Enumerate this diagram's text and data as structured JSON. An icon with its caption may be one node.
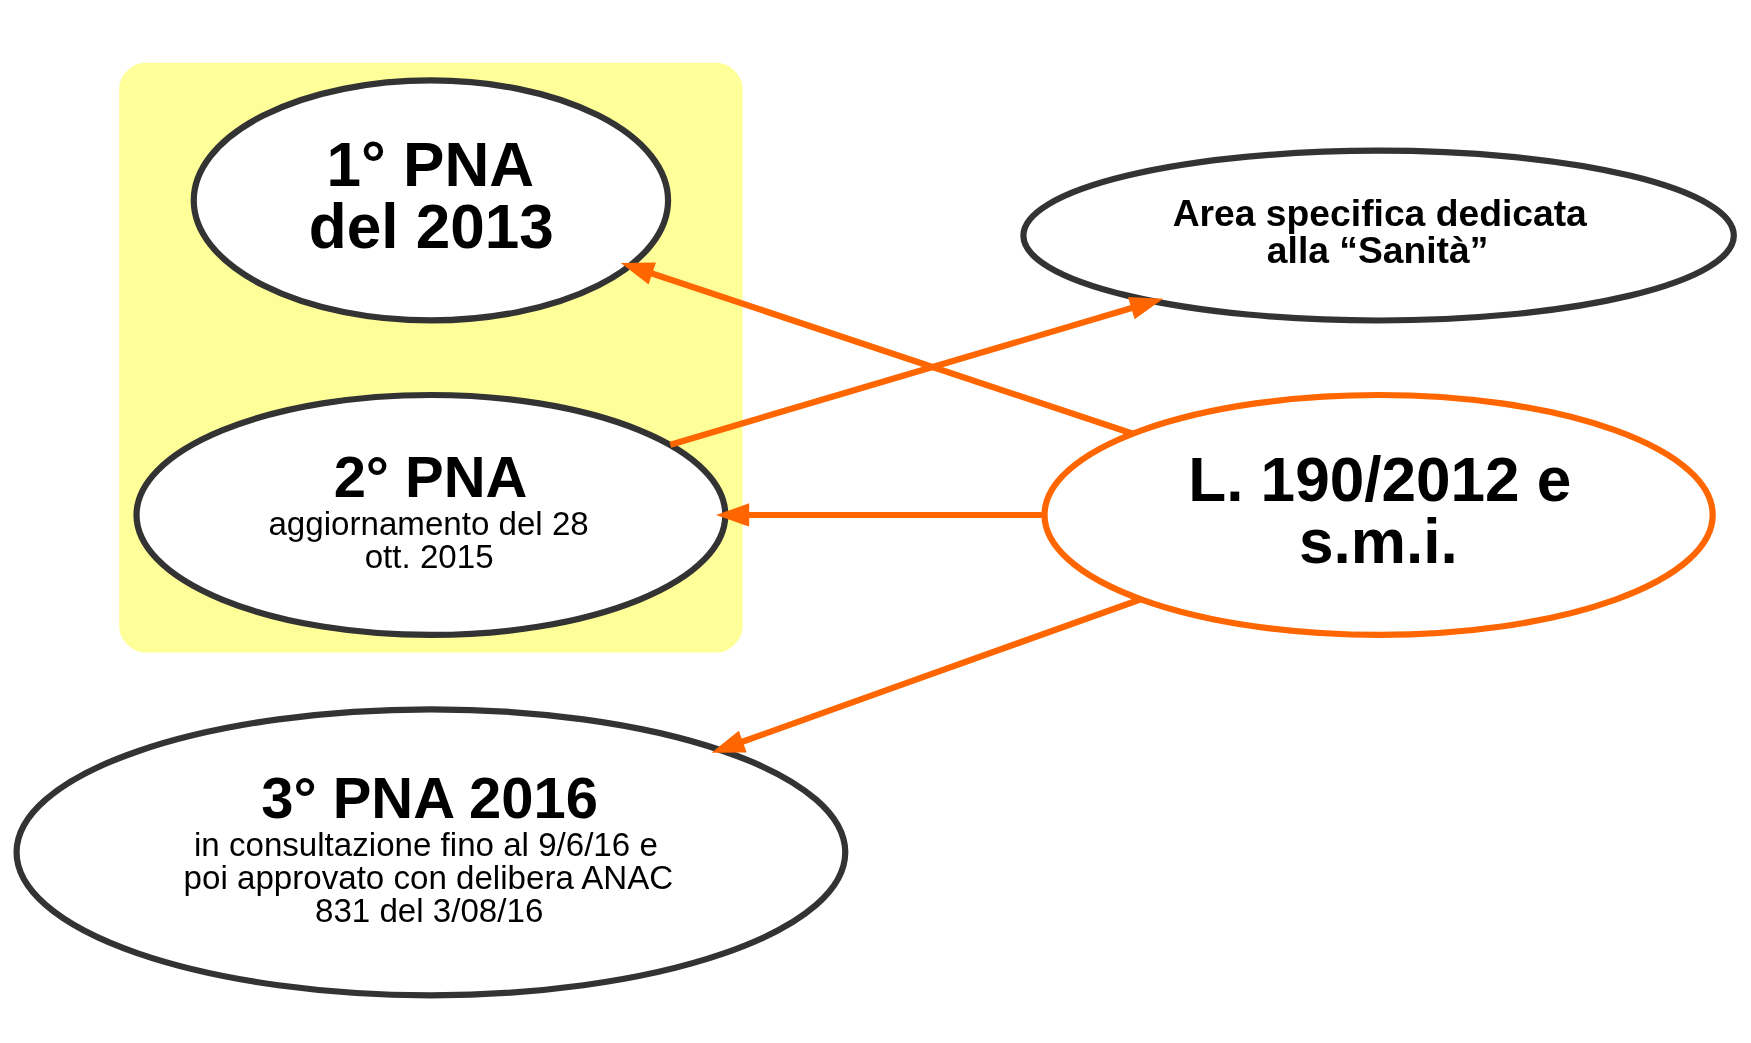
{
  "diagram": {
    "nodes": [
      {
        "text": [],
        "shape": "box"
      },
      {
        "text": [
          "1° PNA del 2013"
        ],
        "in": 0
      },
      {
        "text": [
          "2° PNA",
          "aggiornamento del 28 ott. 2015"
        ],
        "in": 0
      },
      {
        "text": [
          "3° PNA 2016",
          "in consultazione fino al 9/6/16 e poi approvato con delibera ANAC 831 del 3/08/16"
        ]
      },
      {
        "text": [
          "L. 190/2012 e s.m.i."
        ]
      },
      {
        "text": [
          "Area specifica dedicata alla “Sanità”"
        ]
      }
    ],
    "edges": [
      {
        "from": 4,
        "to": 1,
        "arrow": "to"
      },
      {
        "from": 4,
        "to": 2,
        "arrow": "to"
      },
      {
        "from": 4,
        "to": 3,
        "arrow": "to"
      },
      {
        "from": 2,
        "to": 5,
        "arrow": "to"
      }
    ]
  }
}
